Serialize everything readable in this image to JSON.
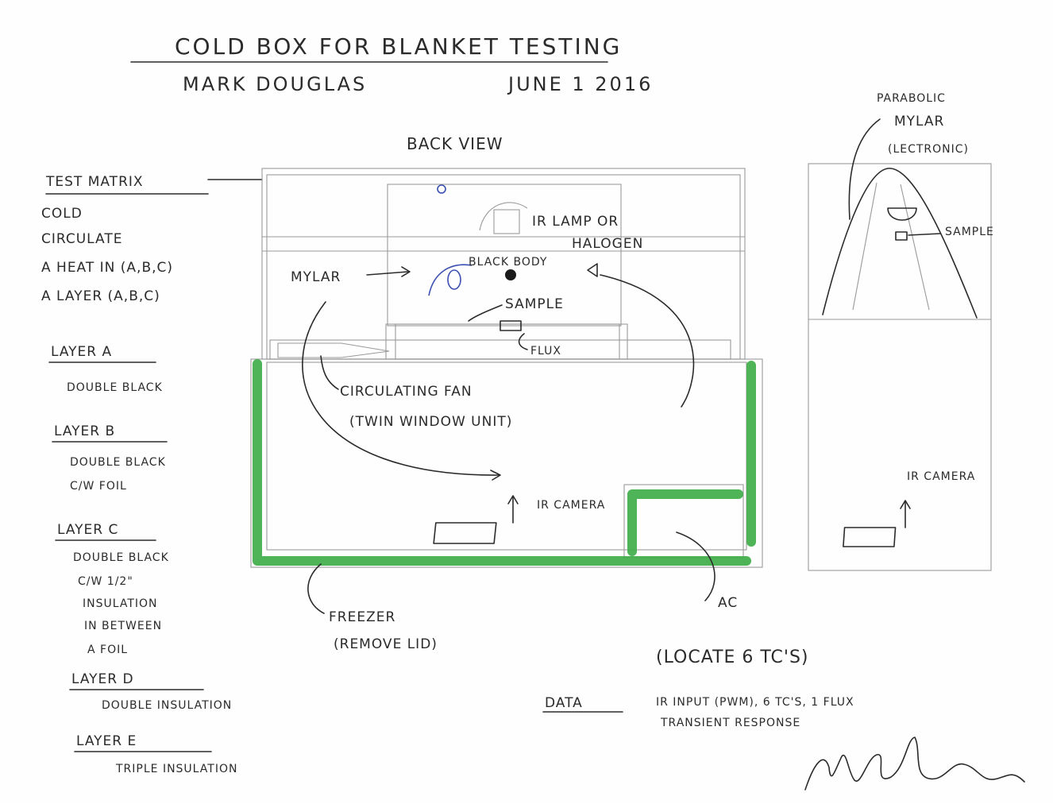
{
  "title": "COLD BOX FOR BLANKET TESTING",
  "author_line": "MARK DOUGLAS",
  "date": "JUNE 1 2016",
  "view_label": "BACK VIEW",
  "matrix": {
    "heading": "TEST MATRIX",
    "items": [
      "COLD",
      "CIRCULATE",
      "A HEAT IN (A,B,C)",
      "A LAYER (A,B,C)"
    ]
  },
  "layers": [
    {
      "name": "LAYER A",
      "desc": [
        "DOUBLE BLACK"
      ]
    },
    {
      "name": "LAYER B",
      "desc": [
        "DOUBLE BLACK",
        "C/W FOIL"
      ]
    },
    {
      "name": "LAYER C",
      "desc": [
        "DOUBLE BLACK",
        "C/W 1/2\"",
        "INSULATION",
        "IN BETWEEN",
        "A FOIL"
      ]
    },
    {
      "name": "LAYER D",
      "desc": [
        "DOUBLE INSULATION"
      ]
    },
    {
      "name": "LAYER E",
      "desc": [
        "TRIPLE INSULATION"
      ]
    }
  ],
  "box_labels": {
    "ir_lamp": [
      "IR LAMP OR",
      "HALOGEN"
    ],
    "mylar": "MYLAR",
    "black_body": "BLACK BODY",
    "sample": "SAMPLE",
    "flux": "FLUX",
    "fan": [
      "CIRCULATING FAN",
      "(TWIN WINDOW UNIT)"
    ],
    "ir_camera": "IR CAMERA",
    "freezer": [
      "FREEZER",
      "(REMOVE LID)"
    ],
    "ac": "AC"
  },
  "side_view": {
    "parabolic": [
      "PARABOLIC",
      "MYLAR",
      "(LECTRONIC)"
    ],
    "sample": "SAMPLE",
    "ir_camera": "IR CAMERA"
  },
  "locate": "(LOCATE 6 TC'S)",
  "data": {
    "label": "DATA",
    "line1": "IR INPUT (PWM), 6 TC'S, 1 FLUX",
    "line2": "TRANSIENT RESPONSE"
  },
  "colors": {
    "ink": "#2b2b2b",
    "insulation": "#3fae49",
    "blue_pen": "#3b4fb3"
  }
}
